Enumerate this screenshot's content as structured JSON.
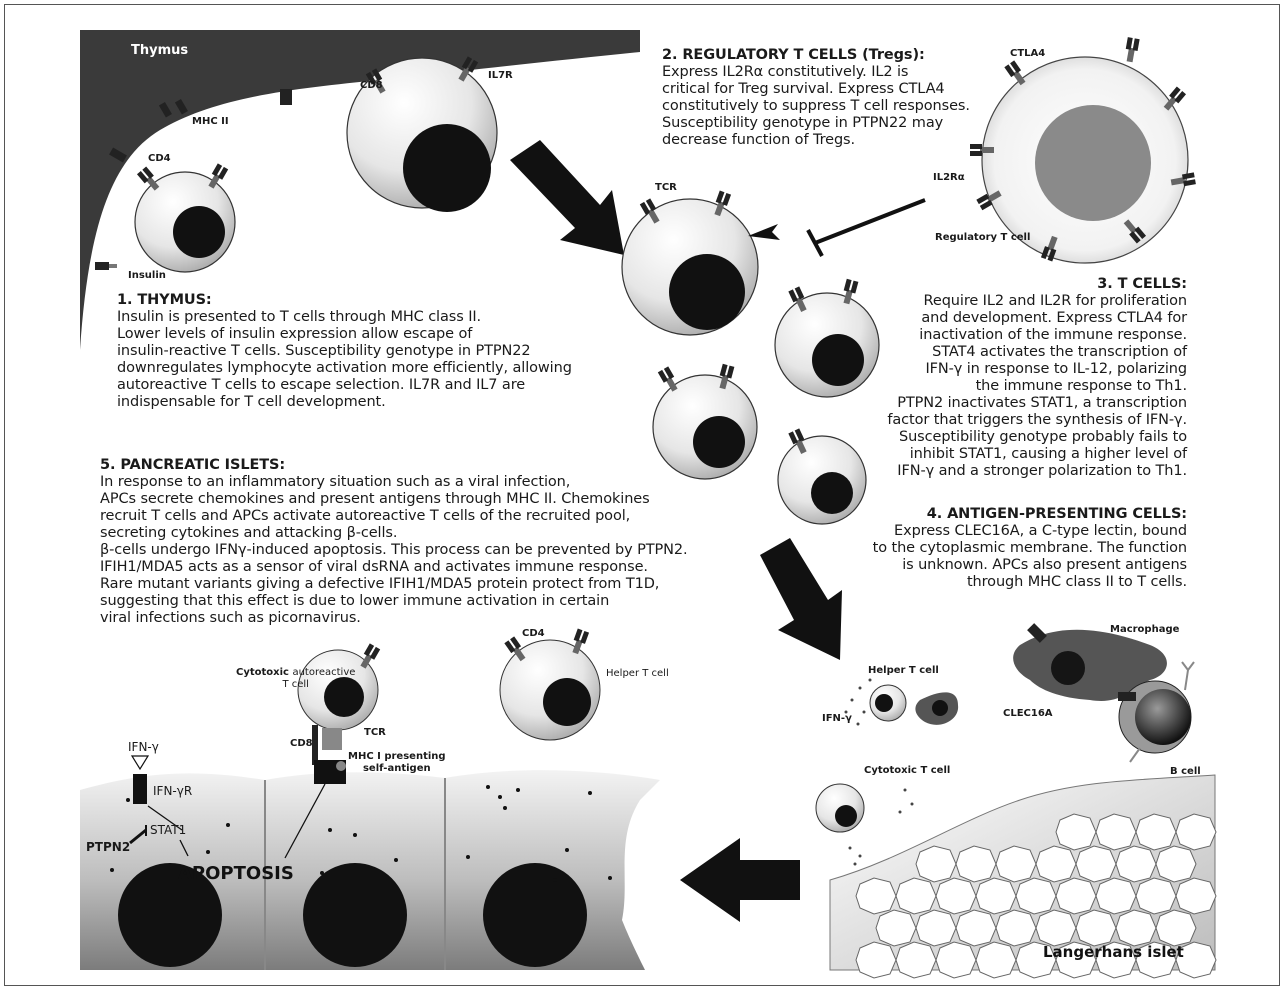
{
  "sections": {
    "thymus": {
      "title": "1. THYMUS:",
      "lines": [
        "Insulin is presented to T cells through MHC class II.",
        "Lower levels of insulin expression allow escape of",
        "insulin-reactive T cells. Susceptibility genotype in PTPN22",
        "downregulates lymphocyte activation more efficiently, allowing",
        "autoreactive T cells to escape selection. IL7R and IL7 are",
        "indispensable for T cell development."
      ]
    },
    "tregs": {
      "title": "2. REGULATORY T CELLS (Tregs):",
      "lines": [
        "Express IL2Rα constitutively. IL2 is",
        "critical for Treg survival. Express CTLA4",
        "constitutively to suppress T cell responses.",
        "Susceptibility genotype in PTPN22 may",
        "decrease function of Tregs."
      ]
    },
    "tcells": {
      "title": "3. T CELLS:",
      "lines": [
        "Require IL2 and IL2R for proliferation",
        "and development. Express CTLA4 for",
        "inactivation of the immune response.",
        "STAT4 activates the transcription of",
        "IFN-γ in response to IL-12, polarizing",
        "the immune response to Th1.",
        "PTPN2 inactivates STAT1, a transcription",
        "factor that triggers the synthesis of IFN-γ.",
        "Susceptibility genotype probably fails to",
        "inhibit STAT1, causing a higher level of",
        "IFN-γ and a stronger polarization to Th1."
      ]
    },
    "apc": {
      "title": "4. ANTIGEN-PRESENTING CELLS:",
      "lines": [
        "Express CLEC16A, a C-type lectin, bound",
        "to the cytoplasmic membrane. The function",
        "is unknown. APCs also present antigens",
        "through MHC class II to T cells."
      ]
    },
    "islets": {
      "title": "5. PANCREATIC ISLETS:",
      "lines": [
        "In response to an inflammatory situation such as a viral infection,",
        "APCs secrete chemokines and present antigens through MHC II. Chemokines",
        "recruit T cells and APCs activate autoreactive T cells of the recruited pool,",
        "secreting  cytokines and attacking β-cells.",
        "β-cells undergo IFNγ-induced apoptosis. This process can be prevented by PTPN2.",
        "IFIH1/MDA5 acts as a sensor of viral dsRNA and activates immune response.",
        "Rare mutant variants giving a defective IFIH1/MDA5 protein protect from T1D,",
        "suggesting that this effect is due to lower immune activation in certain",
        "viral infections such as picornavirus."
      ]
    }
  },
  "labels": {
    "thymus": "Thymus",
    "cd8": "CD8",
    "il7r": "IL7R",
    "mhc2": "MHC II",
    "cd4": "CD4",
    "insulin": "Insulin",
    "tcr": "TCR",
    "ctla4": "CTLA4",
    "il2ra": "IL2Rα",
    "regulatory_t_cell": "Regulatory T cell",
    "macrophage": "Macrophage",
    "helper_t_cell_apc": "Helper T cell",
    "ifn_gamma_small": "IFN-γ",
    "clec16a": "CLEC16A",
    "b_cell": "B cell",
    "cytotoxic_t_cell": "Cytotoxic T cell",
    "langerhans_islet": "Langerhans islet",
    "cytotoxic_autoreactive_bold": "Cytotoxic",
    "cytotoxic_autoreactive_rest": "autoreactive",
    "cytotoxic_autoreactive_line2": "T cell",
    "cd4_bottom": "CD4",
    "helper_t_cell_bottom": "Helper T cell",
    "tcr_bottom": "TCR",
    "cd8_bottom": "CD8",
    "mhc1_line1": "MHC I presenting",
    "mhc1_line2": "self-antigen",
    "ifn_gamma": "IFN-γ",
    "ifn_gamma_r": "IFN-γR",
    "stat1": "STAT1",
    "ptpn2": "PTPN2",
    "apoptosis": "APOPTOSIS"
  }
}
